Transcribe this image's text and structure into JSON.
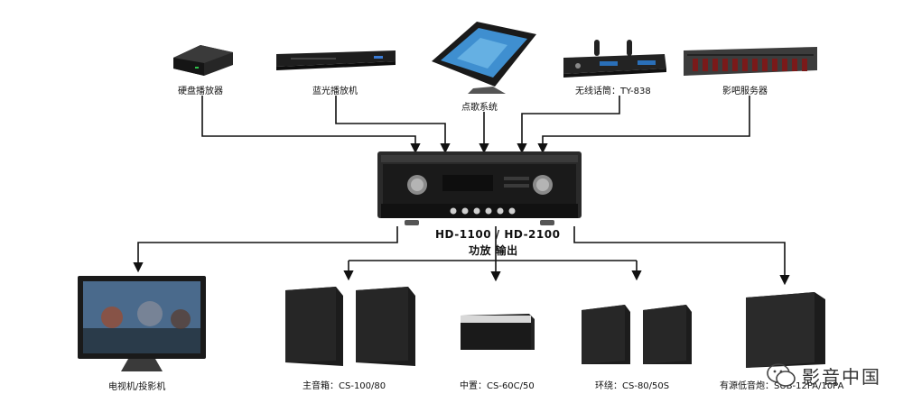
{
  "sources": {
    "hdd_player": "硬盘播放器",
    "bluray_player": "蓝光播放机",
    "song_system": "点歌系统",
    "wireless_mic": "无线话筒：TY-838",
    "ktv_server": "影吧服务器"
  },
  "amplifier": {
    "model": "HD-1100 / HD-2100",
    "function": "功放 输出"
  },
  "outputs": {
    "tv_projector": "电视机/投影机",
    "main_speaker": "主音箱：CS-100/80",
    "center_speaker": "中置：CS-60C/50",
    "surround_speaker": "环绕：CS-80/50S",
    "subwoofer": "有源低音炮：SUB-12PA/10PA"
  },
  "watermark": {
    "text": "影音中国",
    "icon": "wechat-icon"
  },
  "colors": {
    "line": "#111111",
    "device_dark": "#1b1b1b",
    "device_metal": "#2c2c2c"
  }
}
